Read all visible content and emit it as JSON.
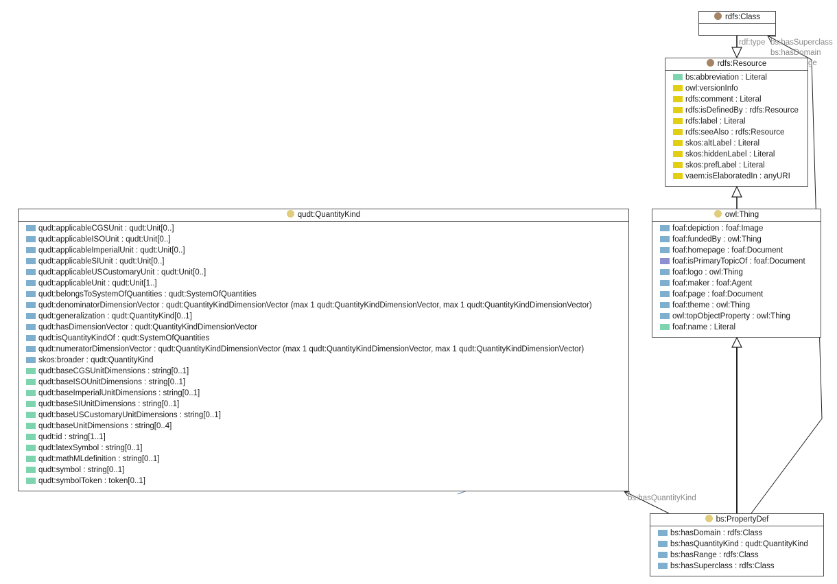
{
  "colors": {
    "object_property": "#7fafcf",
    "datatype_property": "#7fd4b0",
    "annotation_property": "#e2cf13",
    "primary_topic_property": "#8c8fd0",
    "rdfs_class_dot": "#a58466",
    "owl_class_dot": "#e0cc7a",
    "edge": "#222222",
    "edge_label": "#8a8a8a"
  },
  "classes": {
    "rdfs_class": {
      "name": "rdfs:Class",
      "dot": "rdfs",
      "attributes": []
    },
    "rdfs_resource": {
      "name": "rdfs:Resource",
      "dot": "rdfs",
      "attributes": [
        {
          "kind": "datatype",
          "text": "bs:abbreviation : Literal"
        },
        {
          "kind": "annotation",
          "text": "owl:versionInfo"
        },
        {
          "kind": "annotation",
          "text": "rdfs:comment : Literal"
        },
        {
          "kind": "annotation",
          "text": "rdfs:isDefinedBy : rdfs:Resource"
        },
        {
          "kind": "annotation",
          "text": "rdfs:label : Literal"
        },
        {
          "kind": "annotation",
          "text": "rdfs:seeAlso : rdfs:Resource"
        },
        {
          "kind": "annotation",
          "text": "skos:altLabel : Literal"
        },
        {
          "kind": "annotation",
          "text": "skos:hiddenLabel : Literal"
        },
        {
          "kind": "annotation",
          "text": "skos:prefLabel : Literal"
        },
        {
          "kind": "annotation",
          "text": "vaem:isElaboratedIn : anyURI"
        }
      ]
    },
    "owl_thing": {
      "name": "owl:Thing",
      "dot": "owl",
      "attributes": [
        {
          "kind": "object",
          "text": "foaf:depiction : foaf:Image"
        },
        {
          "kind": "object",
          "text": "foaf:fundedBy : owl:Thing"
        },
        {
          "kind": "object",
          "text": "foaf:homepage : foaf:Document"
        },
        {
          "kind": "primary",
          "text": "foaf:isPrimaryTopicOf : foaf:Document"
        },
        {
          "kind": "object",
          "text": "foaf:logo : owl:Thing"
        },
        {
          "kind": "object",
          "text": "foaf:maker : foaf:Agent"
        },
        {
          "kind": "object",
          "text": "foaf:page : foaf:Document"
        },
        {
          "kind": "object",
          "text": "foaf:theme : owl:Thing"
        },
        {
          "kind": "object",
          "text": "owl:topObjectProperty : owl:Thing"
        },
        {
          "kind": "datatype",
          "text": "foaf:name : Literal"
        }
      ]
    },
    "quantity_kind": {
      "name": "qudt:QuantityKind",
      "dot": "owl",
      "attributes": [
        {
          "kind": "object",
          "text": "qudt:applicableCGSUnit : qudt:Unit[0..]"
        },
        {
          "kind": "object",
          "text": "qudt:applicableISOUnit : qudt:Unit[0..]"
        },
        {
          "kind": "object",
          "text": "qudt:applicableImperialUnit : qudt:Unit[0..]"
        },
        {
          "kind": "object",
          "text": "qudt:applicableSIUnit : qudt:Unit[0..]"
        },
        {
          "kind": "object",
          "text": "qudt:applicableUSCustomaryUnit : qudt:Unit[0..]"
        },
        {
          "kind": "object",
          "text": "qudt:applicableUnit : qudt:Unit[1..]"
        },
        {
          "kind": "object",
          "text": "qudt:belongsToSystemOfQuantities : qudt:SystemOfQuantities"
        },
        {
          "kind": "object",
          "text": "qudt:denominatorDimensionVector : qudt:QuantityKindDimensionVector (max 1 qudt:QuantityKindDimensionVector, max 1 qudt:QuantityKindDimensionVector)"
        },
        {
          "kind": "object",
          "text": "qudt:generalization : qudt:QuantityKind[0..1]"
        },
        {
          "kind": "object",
          "text": "qudt:hasDimensionVector : qudt:QuantityKindDimensionVector"
        },
        {
          "kind": "object",
          "text": "qudt:isQuantityKindOf : qudt:SystemOfQuantities"
        },
        {
          "kind": "object",
          "text": "qudt:numeratorDimensionVector : qudt:QuantityKindDimensionVector (max 1 qudt:QuantityKindDimensionVector, max 1 qudt:QuantityKindDimensionVector)"
        },
        {
          "kind": "object",
          "text": "skos:broader : qudt:QuantityKind"
        },
        {
          "kind": "datatype",
          "text": "qudt:baseCGSUnitDimensions : string[0..1]"
        },
        {
          "kind": "datatype",
          "text": "qudt:baseISOUnitDimensions : string[0..1]"
        },
        {
          "kind": "datatype",
          "text": "qudt:baseImperialUnitDimensions : string[0..1]"
        },
        {
          "kind": "datatype",
          "text": "qudt:baseSIUnitDimensions : string[0..1]"
        },
        {
          "kind": "datatype",
          "text": "qudt:baseUSCustomaryUnitDimensions : string[0..1]"
        },
        {
          "kind": "datatype",
          "text": "qudt:baseUnitDimensions : string[0..4]"
        },
        {
          "kind": "datatype",
          "text": "qudt:id : string[1..1]"
        },
        {
          "kind": "datatype",
          "text": "qudt:latexSymbol : string[0..1]"
        },
        {
          "kind": "datatype",
          "text": "qudt:mathMLdefinition : string[0..1]"
        },
        {
          "kind": "datatype",
          "text": "qudt:symbol : string[0..1]"
        },
        {
          "kind": "datatype",
          "text": "qudt:symbolToken : token[0..1]"
        }
      ]
    },
    "property_def": {
      "name": "bs:PropertyDef",
      "dot": "owl",
      "attributes": [
        {
          "kind": "object",
          "text": "bs:hasDomain : rdfs:Class"
        },
        {
          "kind": "object",
          "text": "bs:hasQuantityKind : qudt:QuantityKind"
        },
        {
          "kind": "object",
          "text": "bs:hasRange : rdfs:Class"
        },
        {
          "kind": "object",
          "text": "bs:hasSuperclass : rdfs:Class"
        }
      ]
    }
  },
  "edge_labels": {
    "rdf_type": "rdf:type",
    "has_superclass": "bs:hasSuperclass",
    "has_domain": "bs:hasDomain",
    "has_range": "bs:hasRange",
    "has_quantity_kind": "bs:hasQuantityKind"
  }
}
